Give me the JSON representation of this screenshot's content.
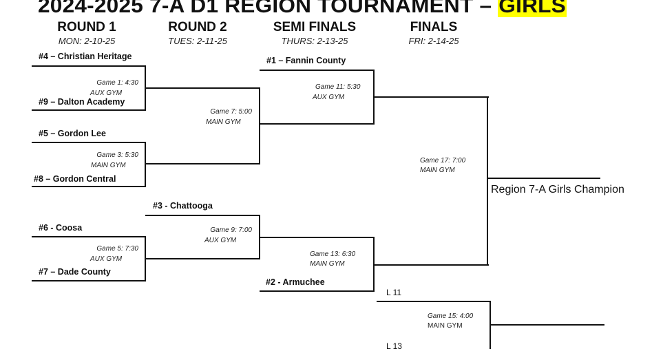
{
  "title": {
    "prefix": "2024-2025 7-A D1 REGION TOURNAMENT – ",
    "highlight": "GIRLS",
    "highlight_color": "#ffff00"
  },
  "rounds": [
    {
      "name": "ROUND 1",
      "date": "MON: 2-10-25"
    },
    {
      "name": "ROUND 2",
      "date": "TUES: 2-11-25"
    },
    {
      "name": "SEMI FINALS",
      "date": "THURS: 2-13-25"
    },
    {
      "name": "FINALS",
      "date": "FRI: 2-14-25"
    }
  ],
  "teams": {
    "seed4": "#4 –  Christian Heritage",
    "seed9": "#9 –  Dalton Academy",
    "seed5": "#5 –  Gordon Lee",
    "seed8": "#8 –  Gordon Central",
    "seed6": "#6 - Coosa",
    "seed7": "#7 – Dade County",
    "seed3": "#3 - Chattooga",
    "seed1": "#1 – Fannin County",
    "seed2": "#2 - Armuchee"
  },
  "games": {
    "g1": {
      "time": "Game 1: 4:30",
      "location": "AUX GYM"
    },
    "g3": {
      "time": "Game 3: 5:30",
      "location": "MAIN GYM"
    },
    "g5": {
      "time": "Game 5: 7:30",
      "location": "AUX GYM"
    },
    "g7": {
      "time": "Game 7: 5:00",
      "location": "MAIN GYM"
    },
    "g9": {
      "time": "Game 9: 7:00",
      "location": "AUX GYM"
    },
    "g11": {
      "time": "Game 11: 5:30",
      "location": "AUX GYM"
    },
    "g13": {
      "time": "Game 13: 6:30",
      "location": "MAIN GYM"
    },
    "g17": {
      "time": "Game 17: 7:00",
      "location": "MAIN GYM"
    },
    "g15": {
      "time": "Game 15: 4:00",
      "location": "MAIN GYM"
    }
  },
  "consolation": {
    "top": "L 11",
    "bottom": "L 13"
  },
  "champion_label": "Region 7-A Girls Champion"
}
